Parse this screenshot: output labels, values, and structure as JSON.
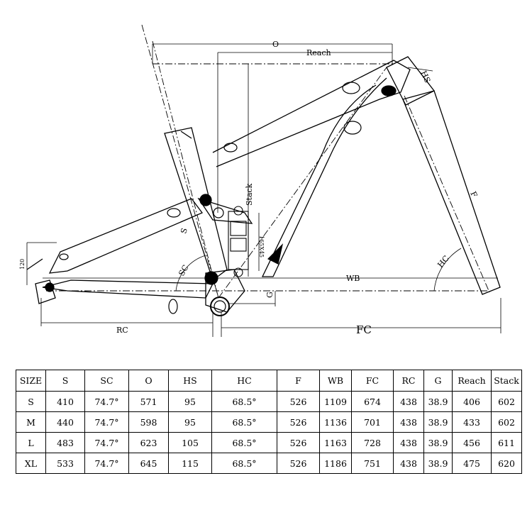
{
  "drawing": {
    "labels": {
      "o": "O",
      "reach": "Reach",
      "hs": "HS",
      "stack": "Stack",
      "shock": "165X45",
      "s": "S",
      "sc": "SC",
      "f": "F",
      "hc": "HC",
      "wb": "WB",
      "g": "G",
      "rc": "RC",
      "fc": "FC",
      "travel": "120"
    }
  },
  "table": {
    "headers": [
      "SIZE",
      "S",
      "SC",
      "O",
      "HS",
      "HC",
      "F",
      "WB",
      "FC",
      "RC",
      "G",
      "Reach",
      "Stack"
    ],
    "rows": [
      [
        "S",
        "410",
        "74.7°",
        "571",
        "95",
        "68.5°",
        "526",
        "1109",
        "674",
        "438",
        "38.9",
        "406",
        "602"
      ],
      [
        "M",
        "440",
        "74.7°",
        "598",
        "95",
        "68.5°",
        "526",
        "1136",
        "701",
        "438",
        "38.9",
        "433",
        "602"
      ],
      [
        "L",
        "483",
        "74.7°",
        "623",
        "105",
        "68.5°",
        "526",
        "1163",
        "728",
        "438",
        "38.9",
        "456",
        "611"
      ],
      [
        "XL",
        "533",
        "74.7°",
        "645",
        "115",
        "68.5°",
        "526",
        "1186",
        "751",
        "438",
        "38.9",
        "475",
        "620"
      ]
    ]
  }
}
